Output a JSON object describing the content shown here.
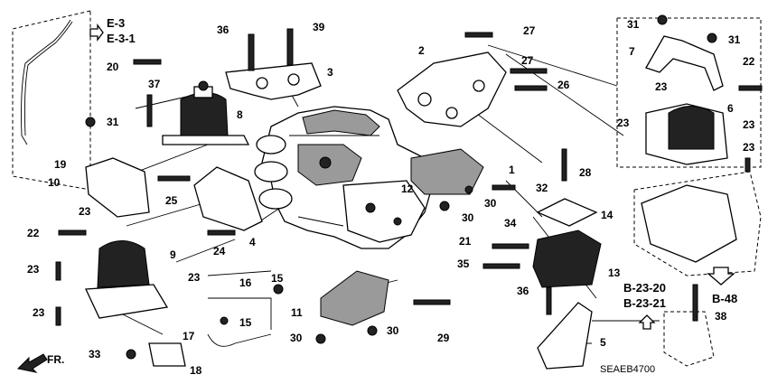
{
  "diagram": {
    "code": "SEAEB4700",
    "front_label": "FR.",
    "refs": {
      "e3": "E-3",
      "e31": "E-3-1",
      "b2320": "B-23-20",
      "b2321": "B-23-21",
      "b48": "B-48"
    },
    "callouts": {
      "c1": "1",
      "c2": "2",
      "c3": "3",
      "c4": "4",
      "c5": "5",
      "c6": "6",
      "c7": "7",
      "c8": "8",
      "c9": "9",
      "c10": "10",
      "c11": "11",
      "c12": "12",
      "c13": "13",
      "c14": "14",
      "c15a": "15",
      "c15b": "15",
      "c16": "16",
      "c17": "17",
      "c18": "18",
      "c19": "19",
      "c20": "20",
      "c21": "21",
      "c22a": "22",
      "c22b": "22",
      "c23a": "23",
      "c23b": "23",
      "c23c": "23",
      "c23d": "23",
      "c23e": "23",
      "c23f": "23",
      "c23g": "23",
      "c23h": "23",
      "c24": "24",
      "c25": "25",
      "c26": "26",
      "c27a": "27",
      "c27b": "27",
      "c28": "28",
      "c29": "29",
      "c30a": "30",
      "c30b": "30",
      "c30c": "30",
      "c30d": "30",
      "c31a": "31",
      "c31b": "31",
      "c31c": "31",
      "c32": "32",
      "c33": "33",
      "c34": "34",
      "c35": "35",
      "c36a": "36",
      "c36b": "36",
      "c37": "37",
      "c38": "38",
      "c39": "39"
    }
  }
}
